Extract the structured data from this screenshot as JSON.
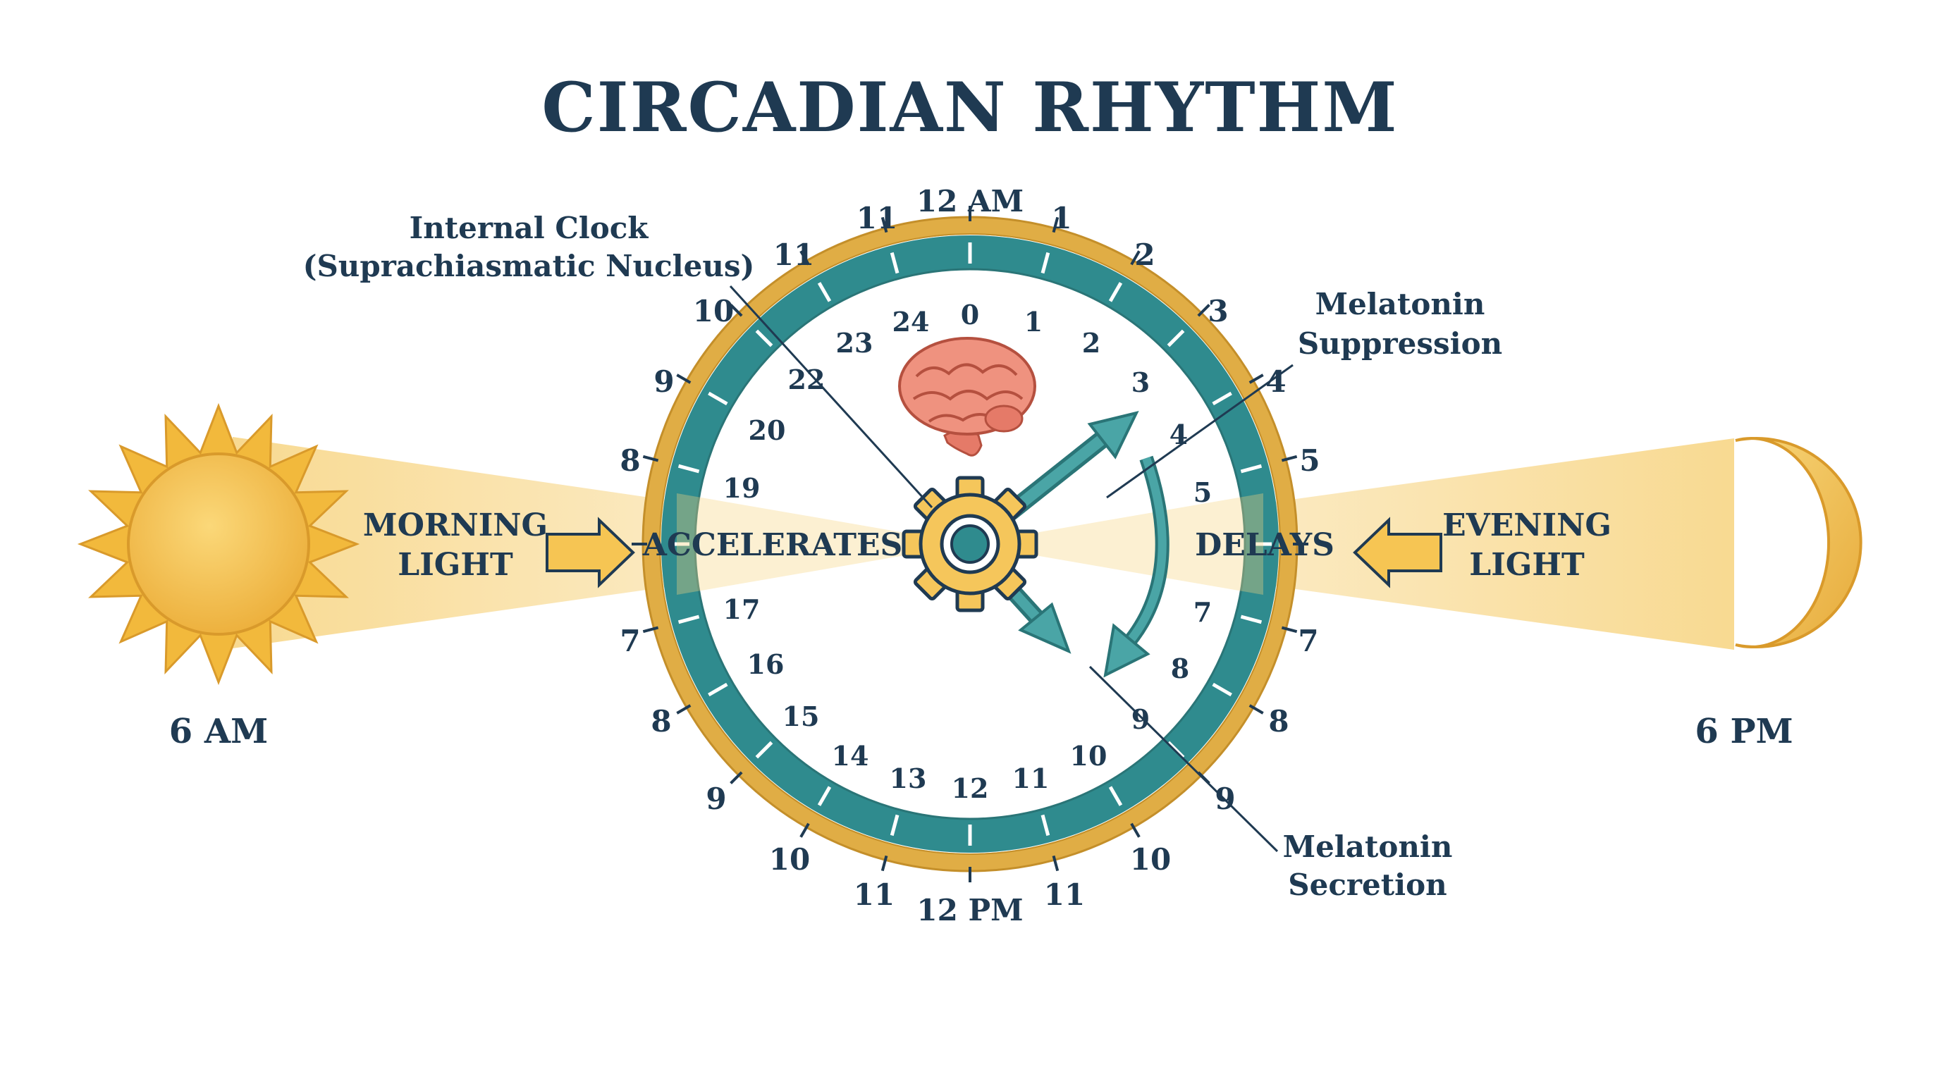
{
  "title": "CIRCADIAN RHYTHM",
  "callouts": {
    "internal_clock": [
      "Internal Clock",
      "(Suprachiasmatic Nucleus)"
    ],
    "melatonin_suppression": [
      "Melatonin",
      "Suppression"
    ],
    "melatonin_secretion": [
      "Melatonin",
      "Secretion"
    ]
  },
  "light": {
    "morning": [
      "MORNING",
      "LIGHT"
    ],
    "evening": [
      "EVENING",
      "LIGHT"
    ],
    "accelerates": "ACCELERATES",
    "delays": "DELAYS"
  },
  "times": {
    "left": "6 AM",
    "right": "6 PM"
  },
  "outer_ring": {
    "top": "12 AM",
    "bottom": "12 PM",
    "right_side": [
      "1",
      "2",
      "3",
      "4",
      "5",
      "7",
      "8",
      "9",
      "10",
      "11"
    ],
    "left_side": [
      "11",
      "11",
      "10",
      "9",
      "8",
      "7",
      "8",
      "9",
      "10",
      "11"
    ]
  },
  "inner_ring": [
    "0",
    "1",
    "2",
    "3",
    "4",
    "5",
    "7",
    "8",
    "9",
    "10",
    "11",
    "12",
    "13",
    "14",
    "15",
    "16",
    "17",
    "19",
    "20",
    "22",
    "23",
    "24"
  ],
  "colors": {
    "navy": "#1f3a52",
    "teal": "#2f8b8e",
    "teal_light": "#4aa5a6",
    "gold": "#e0ad45",
    "gold_light": "#f6d27c",
    "beam": "#f7d37e",
    "brain": "#ec8c78"
  },
  "icons": {
    "sun": "sun-icon",
    "moon": "crescent-moon-icon",
    "brain": "brain-icon",
    "gear": "gear-icon"
  }
}
